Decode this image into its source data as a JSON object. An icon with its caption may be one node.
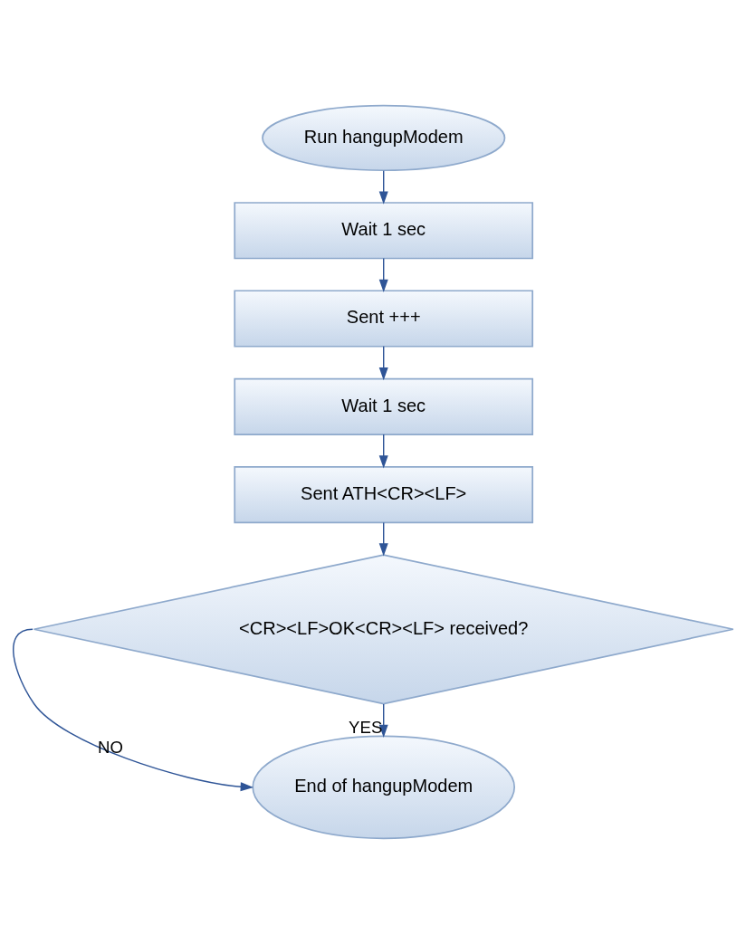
{
  "diagram": {
    "nodes": [
      {
        "text": [
          "Run hangupModem"
        ]
      },
      {
        "text": [
          "Wait 1 sec"
        ]
      },
      {
        "text": [
          "Sent +++"
        ]
      },
      {
        "text": [
          "Wait 1 sec"
        ]
      },
      {
        "text": [
          "Sent ATH<CR><LF>"
        ]
      },
      {
        "text": [
          "<CR><LF>OK<CR><LF> received?"
        ]
      },
      {
        "text": [
          "End of hangupModem"
        ]
      }
    ],
    "edges": [
      {
        "from": 0,
        "to": 1,
        "arrow": "to"
      },
      {
        "from": 1,
        "to": 2,
        "arrow": "to"
      },
      {
        "from": 2,
        "to": 3,
        "arrow": "to"
      },
      {
        "from": 3,
        "to": 4,
        "arrow": "to"
      },
      {
        "from": 4,
        "to": 5,
        "arrow": "to"
      },
      {
        "from": 5,
        "to": 6,
        "arrow": "to",
        "label": "YES"
      },
      {
        "from": 5,
        "to": 6,
        "arrow": "to",
        "label": "NO"
      }
    ]
  }
}
